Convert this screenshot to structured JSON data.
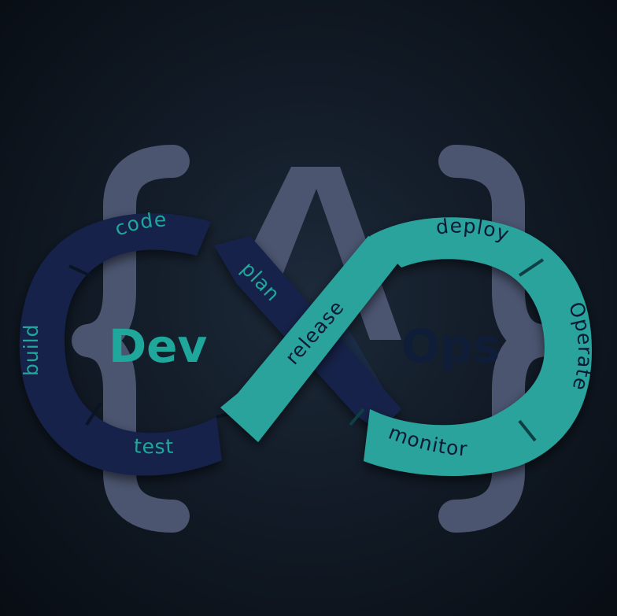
{
  "center": {
    "dev": "Dev",
    "ops": "Ops"
  },
  "stages": {
    "code": "code",
    "plan": "plan",
    "build": "build",
    "test": "test",
    "release": "release",
    "deploy": "deploy",
    "operate": "Operate",
    "monitor": "monitor"
  },
  "colors": {
    "background": "#0a1119",
    "dev_loop": "#12244a",
    "ops_loop": "#2aa39d",
    "braces": "#4b5570",
    "dev_text": "#1fa79c",
    "ops_text": "#0c1a33"
  }
}
